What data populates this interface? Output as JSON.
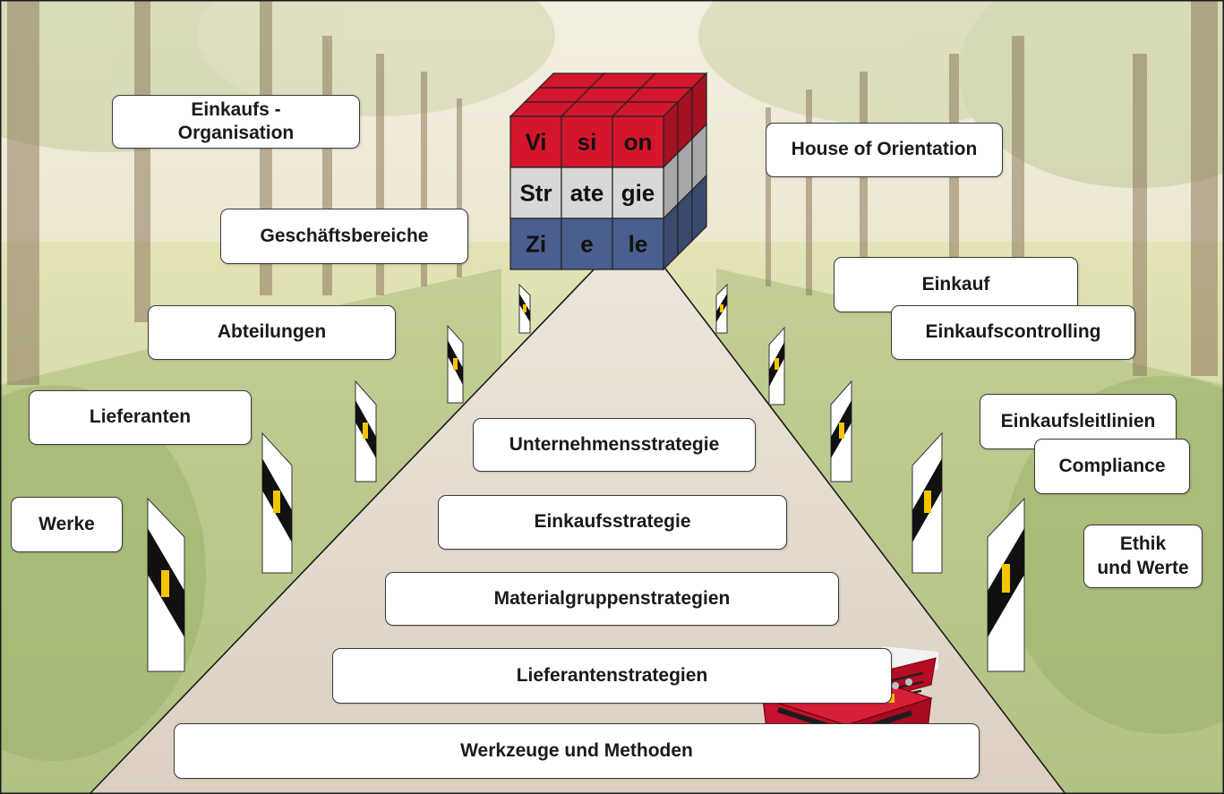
{
  "colors": {
    "cube_red": "#d3162c",
    "cube_grey": "#d8d8d8",
    "cube_blue": "#4a5f8e",
    "post_yellow": "#f5c400",
    "road": "#e6dcd0"
  },
  "cube": {
    "rows": [
      {
        "row": "vision",
        "cells": [
          "Vi",
          "si",
          "on"
        ]
      },
      {
        "row": "strategie",
        "cells": [
          "Str",
          "ate",
          "gie"
        ]
      },
      {
        "row": "ziele",
        "cells": [
          "Zi",
          "e",
          "le"
        ]
      }
    ]
  },
  "labels": {
    "left": {
      "einkaufs_organisation": "Einkaufs -\nOrganisation",
      "geschaeftsbereiche": "Geschäftsbereiche",
      "abteilungen": "Abteilungen",
      "lieferanten": "Lieferanten",
      "werke": "Werke"
    },
    "right": {
      "house_of_orientation": "House of Orientation",
      "einkauf": "Einkauf",
      "einkaufscontrolling": "Einkaufscontrolling",
      "einkaufsleitlinien": "Einkaufsleitlinien",
      "compliance": "Compliance",
      "ethik_und_werte": "Ethik\nund Werte"
    },
    "road": {
      "unternehmensstrategie": "Unternehmensstrategie",
      "einkaufsstrategie": "Einkaufsstrategie",
      "materialgruppenstrategien": "Materialgruppenstrategien",
      "lieferantenstrategien": "Lieferantenstrategien",
      "werkzeuge_und_methoden": "Werkzeuge und Methoden"
    }
  },
  "icons": {
    "toolbox": "toolbox-icon",
    "posts": "road-marker-post-icon"
  }
}
